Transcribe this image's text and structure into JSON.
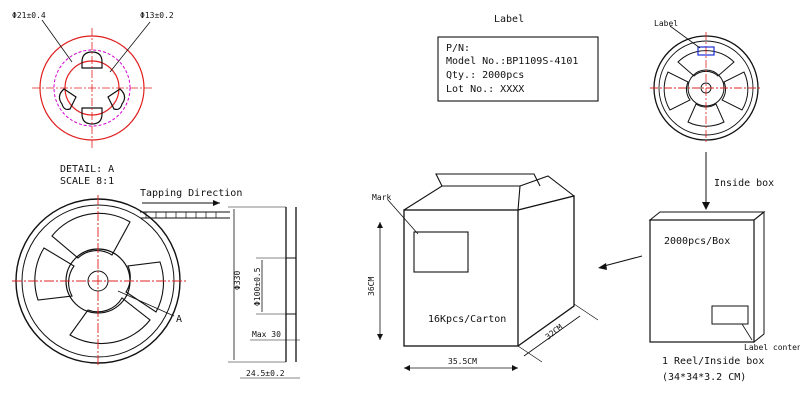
{
  "detail_view": {
    "dim_outer": "Φ21±0.4",
    "dim_inner": "Φ13±0.2",
    "caption_line1": "DETAIL: A",
    "caption_line2": "SCALE 8:1"
  },
  "reel_view": {
    "tapping_direction": "Tapping Direction",
    "callout_a": "A"
  },
  "side_view": {
    "dim_330": "Φ330",
    "dim_100": "Φ100±0.5",
    "dim_max30": "Max 30",
    "dim_245": "24.5±0.2"
  },
  "label": {
    "title": "Label",
    "lines": [
      "P/N:",
      "Model No.:BP1109S-4101",
      "Qty.: 2000pcs",
      "Lot No.: XXXX"
    ]
  },
  "reel_label_view": {
    "label_tag": "Label"
  },
  "inside_box_flow": {
    "arrow_label": "Inside box"
  },
  "inside_box": {
    "capacity": "2000pcs/Box",
    "label_content": "Label content",
    "caption_line1": "1 Reel/Inside box",
    "caption_line2": "(34*34*3.2 CM)"
  },
  "carton": {
    "mark": "Mark",
    "capacity": "16Kpcs/Carton",
    "height": "36CM",
    "width": "35.5CM",
    "depth": "32CM"
  },
  "colors": {
    "red": "#e02020",
    "magenta": "#d400d4",
    "blue": "#1f2fd6",
    "ink": "#111111"
  }
}
